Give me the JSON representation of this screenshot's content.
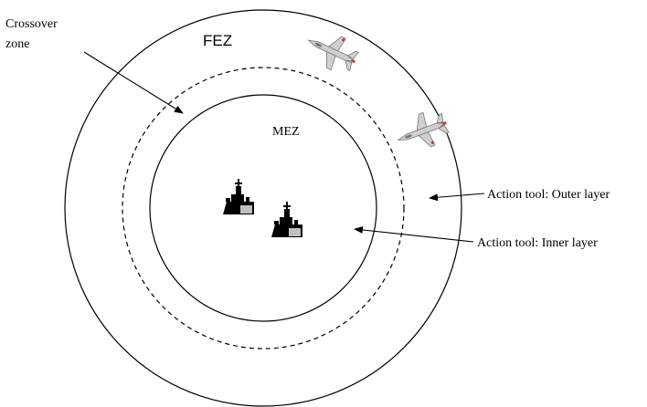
{
  "labels": {
    "crossover_line1": "Crossover",
    "crossover_line2": "zone",
    "fez": "FEZ",
    "mez": "MEZ",
    "outer_layer": "Action tool: Outer layer",
    "inner_layer": "Action tool: Inner layer"
  },
  "colors": {
    "stroke": "#000000",
    "aircraft_body": "#cfcfcf",
    "aircraft_accent": "#c43c3c",
    "ship_hull": "#000000",
    "ship_stern": "#bfbfbf"
  },
  "icons": {
    "aircraft": "fighter-jet-icon",
    "ship": "warship-icon"
  }
}
